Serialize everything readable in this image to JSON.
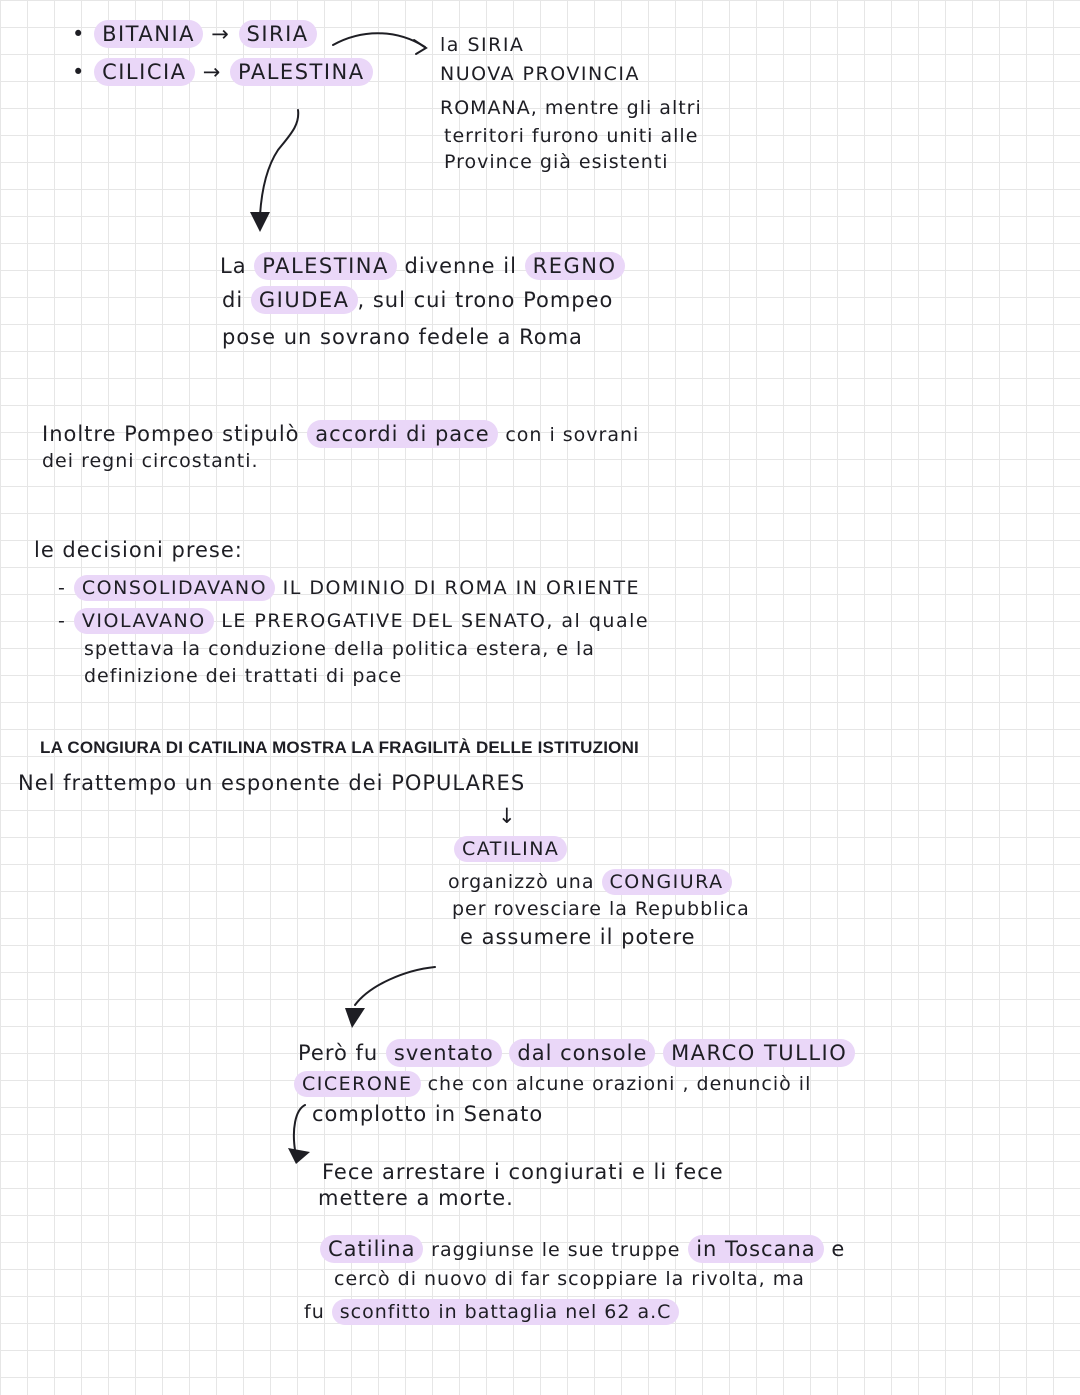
{
  "mapping": {
    "row1": {
      "bullet": "•",
      "from": "BITANIA",
      "arrow": "→",
      "to": "SIRIA"
    },
    "row2": {
      "bullet": "•",
      "from": "CILICIA",
      "arrow": "→",
      "to": "PALESTINA"
    }
  },
  "syria_note": {
    "line1": "la SIRIA",
    "line2": "NUOVA PROVINCIA",
    "line3": "ROMANA, mentre gli altri",
    "line4": "territori furono uniti alle",
    "line5": "Province già esistenti"
  },
  "palestine": {
    "p1": "La",
    "kw1": "PALESTINA",
    "p2": "divenne il",
    "kw2": "REGNO",
    "p3": "di",
    "kw3": "GIUDEA",
    "p4": ", sul cui trono Pompeo",
    "line3": "pose un sovrano fedele a Roma"
  },
  "peace": {
    "p1": "Inoltre Pompeo stipulò",
    "kw": "accordi di pace",
    "p2": "con i sovrani",
    "line2": "dei regni circostanti."
  },
  "decisions": {
    "intro": "le decisioni prese:",
    "item1_dash": "-",
    "item1_kw": "CONSOLIDAVANO",
    "item1_rest": "IL DOMINIO DI ROMA IN ORIENTE",
    "item2_dash": "-",
    "item2_kw": "VIOLAVANO",
    "item2_rest": "LE PREROGATIVE DEL SENATO, al quale",
    "item2_line2": "spettava la conduzione della politica estera, e la",
    "item2_line3": "definizione dei trattati di pace"
  },
  "catilina_section": {
    "heading": "LA CONGIURA DI CATILINA MOSTRA LA FRAGILITÀ DELLE ISTITUZIONI",
    "intro": "Nel frattempo un esponente dei POPULARES",
    "down_arrow": "↓",
    "name": "CATILINA",
    "c1": "organizzò una",
    "c1_kw": "CONGIURA",
    "c2": "per rovesciare la Repubblica",
    "c3": "e assumere il potere"
  },
  "foiled": {
    "p1": "Però fu",
    "kw1": "sventato",
    "p2": "dal console",
    "kw2": "MARCO TULLIO",
    "kw3": "CICERONE",
    "p3": "che con alcune orazioni",
    "p4": ", denunciò il",
    "line3": "complotto in Senato"
  },
  "arrest": {
    "line1": "Fece arrestare i congiurati e li fece",
    "line2": "mettere a morte."
  },
  "end": {
    "kw1": "Catilina",
    "p1": "raggiunse le sue truppe",
    "kw2": "in Toscana",
    "p2": "e",
    "line2": "cercò di nuovo di far scoppiare la rivolta, ma",
    "p3": "fu",
    "kw3": "sconfitto in battaglia nel 62 a.C"
  }
}
